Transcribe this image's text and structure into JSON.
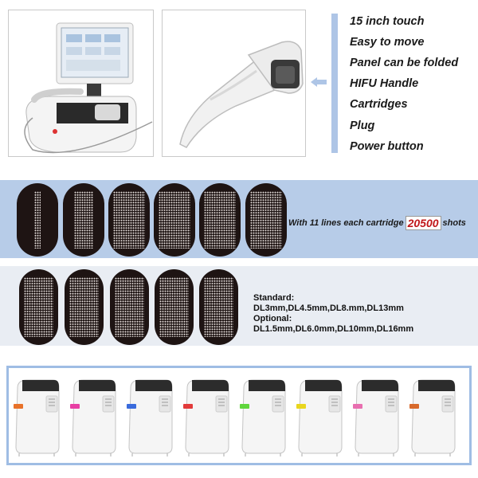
{
  "features": {
    "items": [
      "15 inch touch",
      "Easy to move",
      "Panel  can be folded",
      "HIFU Handle",
      "Cartridges",
      "Plug",
      "Power button"
    ],
    "bar_color": "#aec5e6",
    "arrow_icon": "arrow-left-icon"
  },
  "cartridge_info": {
    "prefix": "With 11 lines each cartridge",
    "shots": "20500",
    "suffix": "shots",
    "highlight_color": "#c0171a"
  },
  "specs": {
    "standard_label": "Standard:",
    "standard_values": "DL3mm,DL4.5mm,DL8.mm,DL13mm",
    "optional_label": "Optional:",
    "optional_values": "DL1.5mm,DL6.0mm,DL10mm,DL16mm"
  },
  "cartridges": {
    "stripe_colors": [
      "#e8722a",
      "#e83fa4",
      "#3a6bdc",
      "#e23b3b",
      "#5fd63c",
      "#e9d61e",
      "#e86fb0",
      "#d86a2c"
    ]
  }
}
